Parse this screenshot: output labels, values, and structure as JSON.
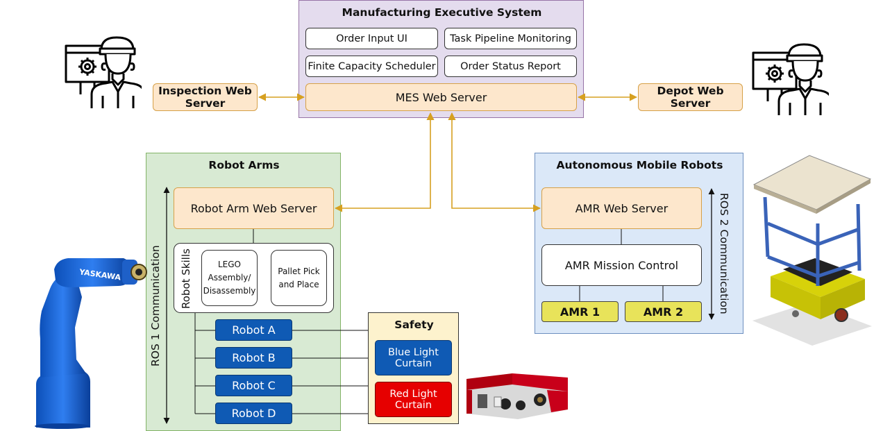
{
  "mes": {
    "title": "Manufacturing Executive System",
    "order_input": "Order Input UI",
    "task_pipeline": "Task Pipeline Monitoring",
    "scheduler": "Finite Capacity Scheduler",
    "status_report": "Order Status Report",
    "web_server": "MES Web Server"
  },
  "inspection_server": "Inspection Web Server",
  "depot_server": "Depot Web Server",
  "robot_arms": {
    "title": "Robot Arms",
    "web_server": "Robot Arm Web Server",
    "skills_label": "Robot Skills",
    "skill_lego": "LEGO Assembly/ Disassembly",
    "skill_pallet": "Pallet Pick and Place",
    "ros_label": "ROS 1 Communication",
    "robots": [
      "Robot A",
      "Robot B",
      "Robot C",
      "Robot D"
    ]
  },
  "safety": {
    "title": "Safety",
    "blue_curtain": "Blue Light Curtain",
    "red_curtain": "Red Light Curtain"
  },
  "amr": {
    "title": "Autonomous Mobile Robots",
    "web_server": "AMR Web Server",
    "mission_control": "AMR Mission Control",
    "amr1": "AMR 1",
    "amr2": "AMR 2",
    "ros_label": "ROS 2 Communication"
  },
  "robot_arm_logo": "YASKAWA",
  "colors": {
    "connector": "#d6a020",
    "robot_blue": "#0f5ab4",
    "amr_yellow": "#e8e35a",
    "red_curtain": "#e60000"
  }
}
